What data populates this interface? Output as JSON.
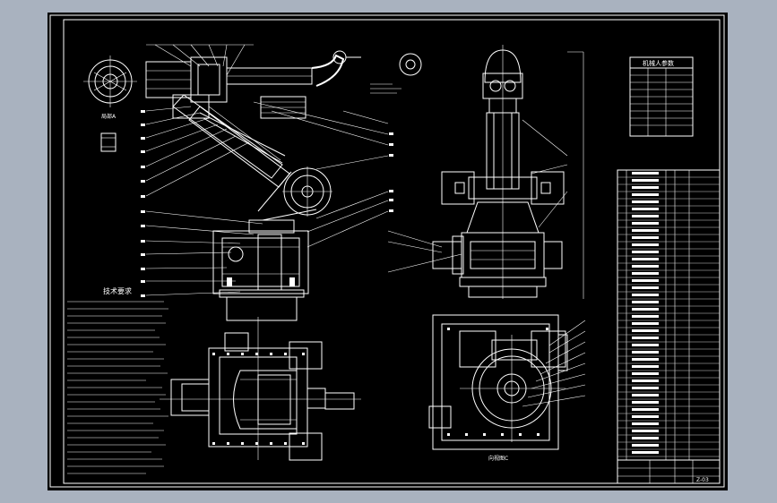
{
  "drawing": {
    "tech_requirements_title": "技术要求",
    "section_label_1": "局部A",
    "section_label_2": "向视图C",
    "param_table_title": "机械人参数",
    "title_block_code": "Z-03"
  },
  "colors": {
    "outer_background": "#a9b2bf",
    "sheet_background": "#000000",
    "line_color": "#ffffff"
  }
}
